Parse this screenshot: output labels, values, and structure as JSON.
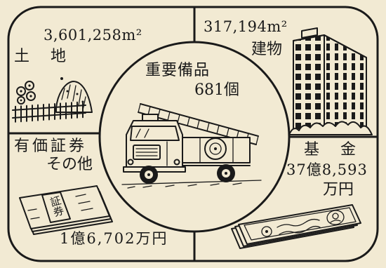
{
  "quadrants": {
    "land": {
      "area": "3,601,258m²",
      "label": "土　地"
    },
    "building": {
      "area": "317,194m²",
      "label": "建物"
    },
    "securities": {
      "label_line1": "有価証券",
      "label_line2": "その他",
      "amount": "1億6,702万円"
    },
    "fund": {
      "label": "基　金",
      "amount_line1": "37億8,593",
      "amount_line2": "万円"
    }
  },
  "center": {
    "label": "重要備品",
    "count": "681個"
  },
  "illustrations": {
    "land": "trees-fence-icon",
    "building": "office-building-icon",
    "equipment": "ladder-fire-truck-icon",
    "securities": "securities-bundle-icon",
    "fund": "banknote-stack-icon",
    "securities_band_text": "証券"
  },
  "colors": {
    "paper": "#f2ead3",
    "ink": "#1a1a1a"
  }
}
